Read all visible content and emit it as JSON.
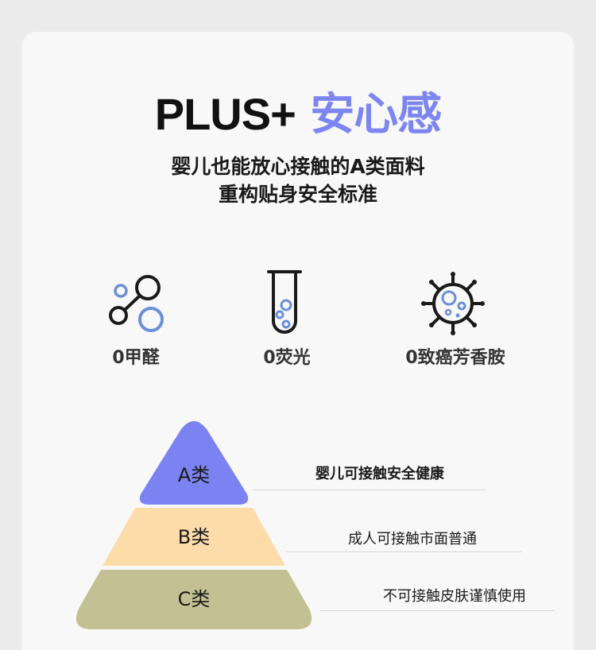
{
  "header": {
    "title_plus": "PLUS+",
    "title_accent": "安心感",
    "subtitle_line1": "婴儿也能放心接触的A类面料",
    "subtitle_line2": "重构贴身安全标准"
  },
  "features": [
    {
      "label": "0甲醛",
      "icon": "molecule-icon"
    },
    {
      "label": "0荧光",
      "icon": "test-tube-icon"
    },
    {
      "label": "0致癌芳香胺",
      "icon": "bacteria-icon"
    }
  ],
  "pyramid": {
    "tiers": [
      {
        "label": "A类",
        "description": "婴儿可接触安全健康",
        "color": "#7b82f2"
      },
      {
        "label": "B类",
        "description": "成人可接触市面普通",
        "color": "#fddcaa"
      },
      {
        "label": "C类",
        "description": "不可接触皮肤谨慎使用",
        "color": "#c3c194"
      }
    ]
  },
  "colors": {
    "accent": "#7d86f0",
    "icon_blue": "#6a8fd8",
    "icon_dark": "#1a1a1a"
  }
}
